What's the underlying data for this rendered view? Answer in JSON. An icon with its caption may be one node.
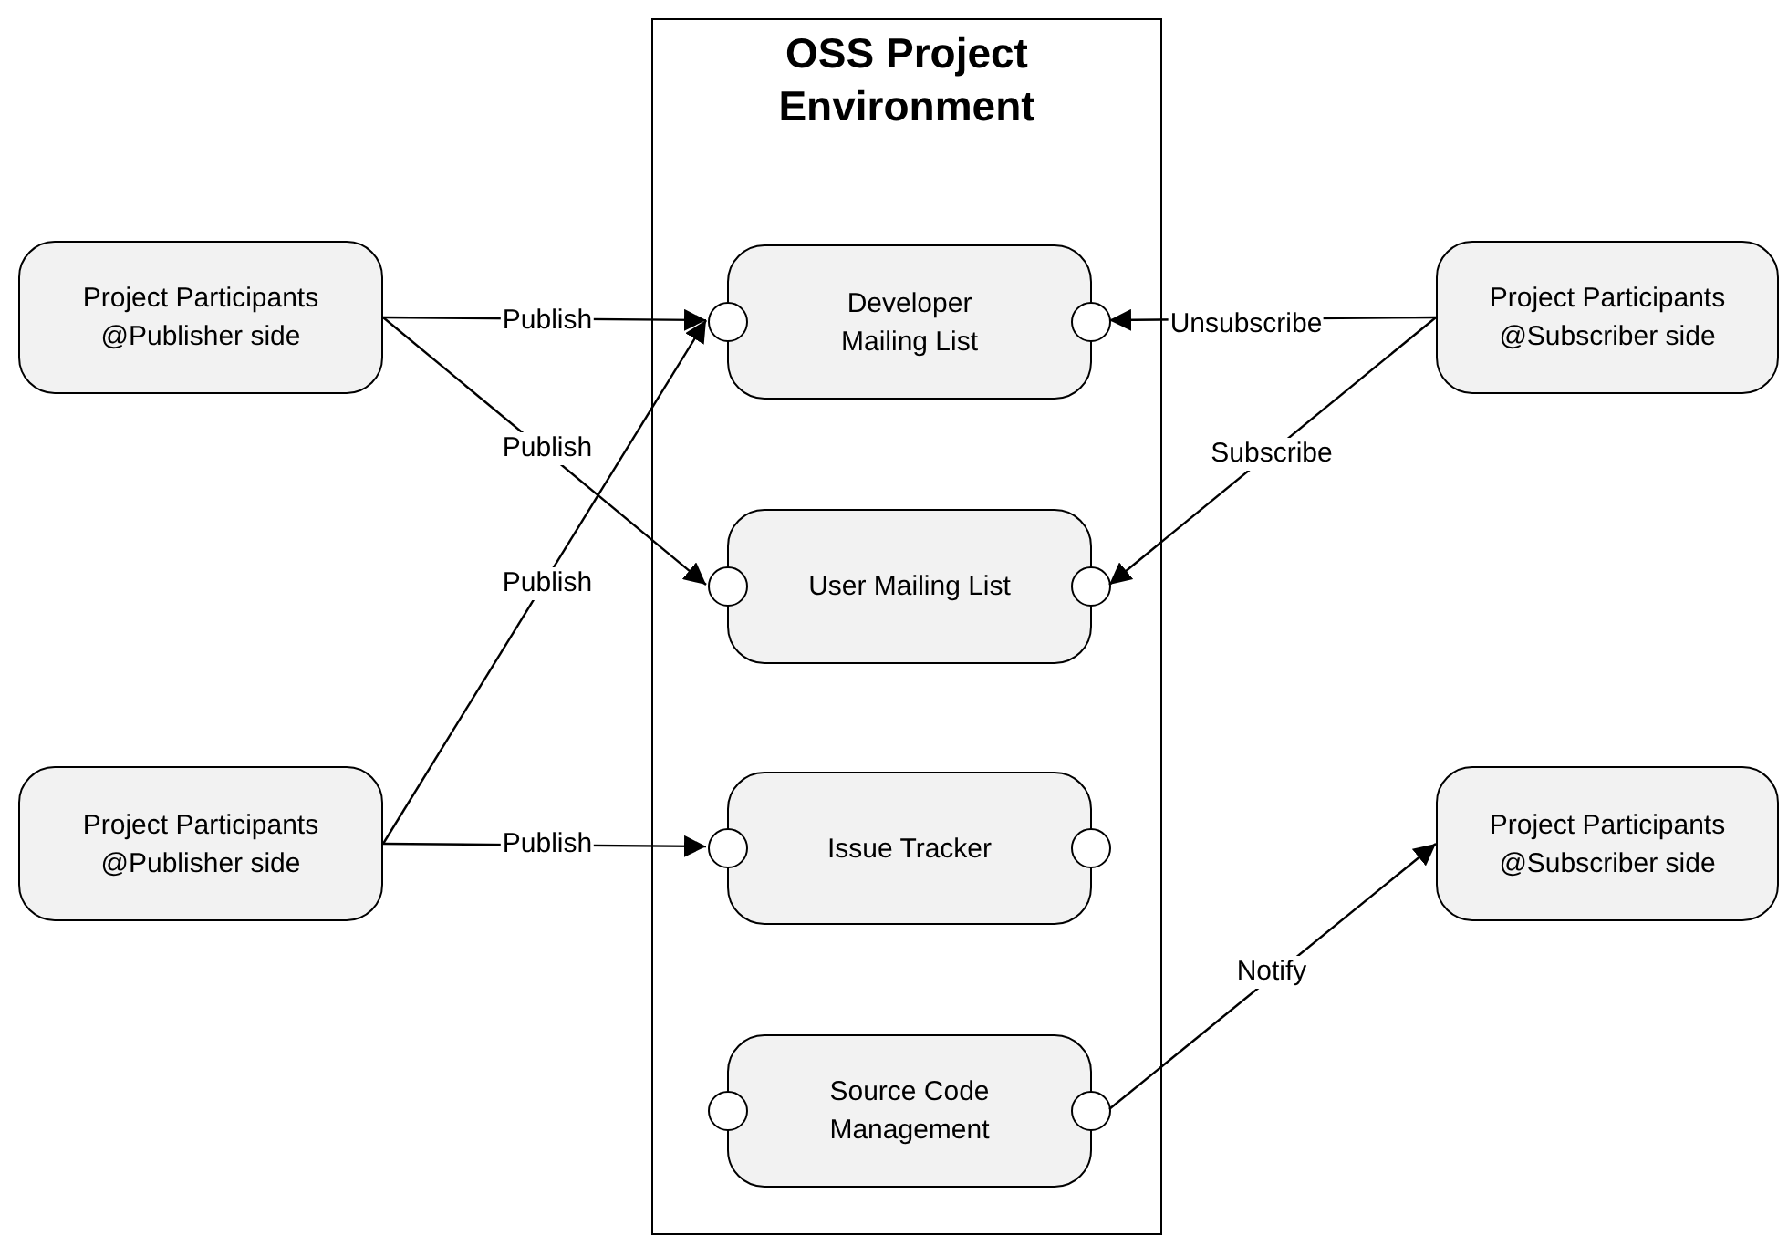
{
  "diagram": {
    "nodes": [
      {
        "text": [
          "OSS Project Environment"
        ]
      },
      {
        "text": [
          "Project Participants @Publisher side"
        ]
      },
      {
        "text": [
          "Developer Mailing List"
        ],
        "in": 0
      },
      {
        "text": [
          "Project Participants @Subscriber side"
        ]
      },
      {
        "text": [
          "User Mailing List"
        ],
        "in": 0
      },
      {
        "text": [
          "Project Participants @Publisher side"
        ]
      },
      {
        "text": [
          "Issue Tracker"
        ],
        "in": 0
      },
      {
        "text": [
          "Project Participants @Subscriber side"
        ]
      },
      {
        "text": [
          "Source Code Management"
        ],
        "in": 0
      }
    ],
    "edges": [
      {
        "from": 1,
        "to": 2,
        "arrow": "to",
        "label": "Publish"
      },
      {
        "from": 1,
        "to": 4,
        "arrow": "to",
        "label": "Publish"
      },
      {
        "from": 5,
        "to": 2,
        "arrow": "to",
        "label": "Publish"
      },
      {
        "from": 5,
        "to": 6,
        "arrow": "to",
        "label": "Publish"
      },
      {
        "from": 3,
        "to": 2,
        "arrow": "to",
        "label": "Unsubscribe"
      },
      {
        "from": 3,
        "to": 4,
        "arrow": "to",
        "label": "Subscribe"
      },
      {
        "from": 8,
        "to": 7,
        "arrow": "to",
        "label": "Notify"
      }
    ]
  }
}
